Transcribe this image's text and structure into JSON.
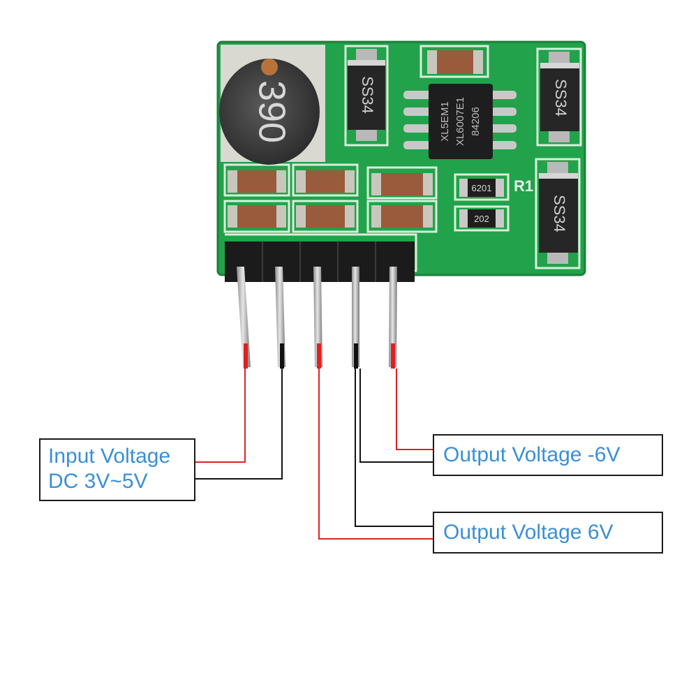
{
  "board": {
    "inductor_marking": "390",
    "ic_marking": [
      "XL5EM1",
      "XL6007E1",
      "84206"
    ],
    "diode_marking": "SS34",
    "resistor_top_marking": "6201",
    "resistor_bottom_marking": "202",
    "resistor_designator": "R1"
  },
  "labels": {
    "input": {
      "line1": "Input Voltage",
      "line2": "DC 3V~5V"
    },
    "output_negative": "Output Voltage -6V",
    "output_positive": "Output Voltage 6V"
  },
  "colors": {
    "pcb": "#22a24a",
    "wire_red": "#e02020",
    "wire_black": "#111111",
    "label_text": "#3a8fd8"
  }
}
